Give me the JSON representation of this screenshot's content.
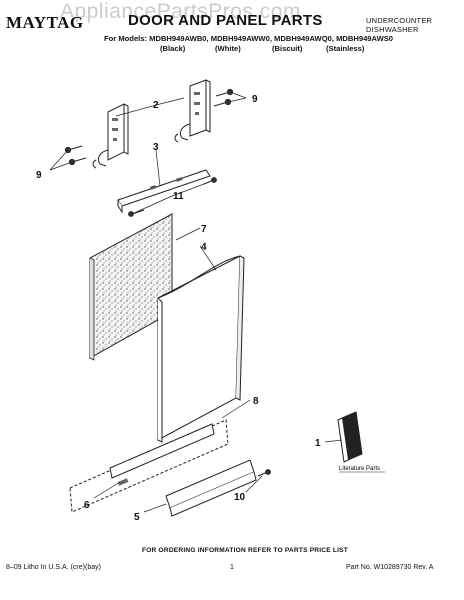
{
  "watermark": "AppliancePartsPros.com",
  "header": {
    "brand": "MAYTAG",
    "title": "DOOR AND PANEL PARTS",
    "subtitle_line1": "UNDERCOUNTER",
    "subtitle_line2": "DISHWASHER",
    "models_label": "For Models: MDBH949AWB0, MDBH949AWW0, MDBH949AWQ0, MDBH949AWS0",
    "variants": [
      "(Black)",
      "(White)",
      "(Biscuit)",
      "(Stainless)"
    ]
  },
  "callouts": {
    "c1": "1",
    "c2": "2",
    "c3": "3",
    "c4": "4",
    "c5": "5",
    "c6": "6",
    "c7": "7",
    "c8": "8",
    "c9a": "9",
    "c9b": "9",
    "c10": "10",
    "c11": "11"
  },
  "literature_label": "Literature Parts",
  "footer": {
    "ordering": "FOR ORDERING INFORMATION REFER TO PARTS PRICE LIST",
    "litho": "8–09 Litho In U.S.A. (cre)(bay)",
    "page": "1",
    "part_no": "Part No. W10289730 Rev. A"
  }
}
